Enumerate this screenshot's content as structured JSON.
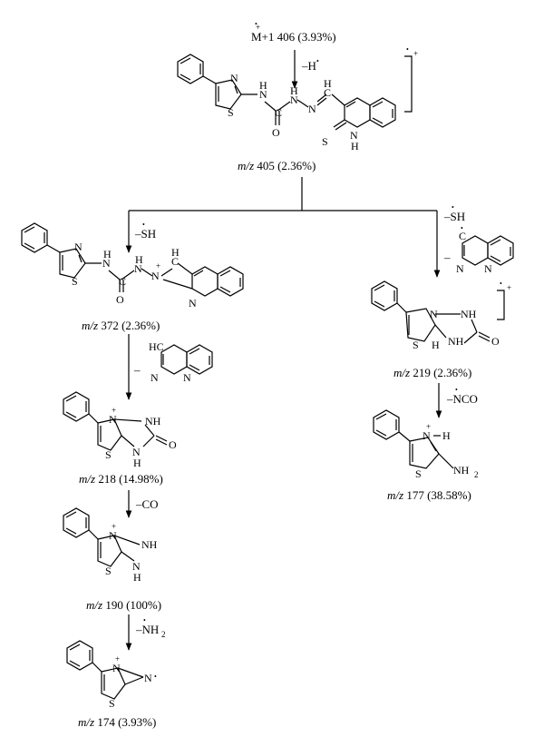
{
  "parent_ion": {
    "label": "M+1 406 (3.93%)",
    "marker": "+•"
  },
  "loss_h": "–H",
  "nodes": {
    "n405": {
      "mz": "405",
      "pct": "(2.36%)"
    },
    "n372": {
      "mz": "372",
      "pct": "(2.36%)"
    },
    "n218": {
      "mz": "218",
      "pct": "(14.98%)"
    },
    "n190": {
      "mz": "190",
      "pct": "(100%)"
    },
    "n174": {
      "mz": "174",
      "pct": "(3.93%)"
    },
    "n219": {
      "mz": "219",
      "pct": "(2.36%)"
    },
    "n177": {
      "mz": "177",
      "pct": "(38.58%)"
    }
  },
  "mz_prefix": "m/z",
  "losses": {
    "sh_left": "–SH",
    "sh_right": "–SH",
    "quinoline_left": "–",
    "quinoline_right": "–",
    "co": "–CO",
    "nh2": "–NH",
    "nh2_sub": "2",
    "nco": "–NCO"
  },
  "atoms": {
    "N": "N",
    "S": "S",
    "H": "H",
    "O": "O",
    "C": "C",
    "NH": "NH",
    "HC": "HC",
    "NH2": "NH",
    "plus": "+",
    "dot": "•"
  }
}
